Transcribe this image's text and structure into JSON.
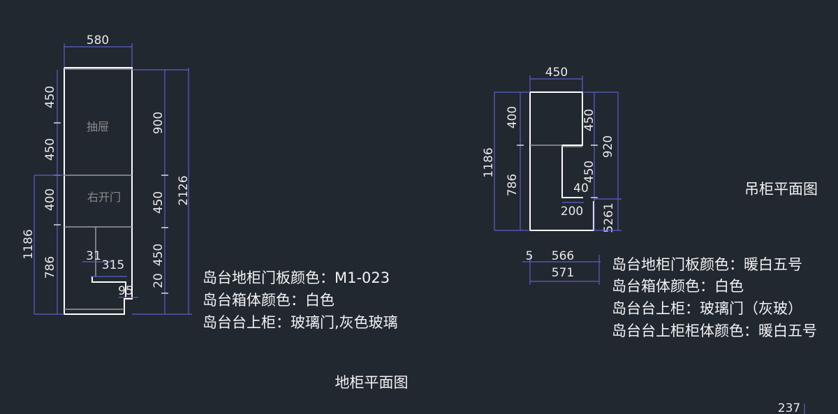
{
  "base_cabinet": {
    "width_dim": "580",
    "left_dims": [
      "450",
      "450",
      "400",
      "786"
    ],
    "left_total": "1186",
    "right_dims": [
      "900",
      "450",
      "450",
      "20"
    ],
    "right_total": "2126",
    "inner_dims": {
      "a": "31",
      "b": "315",
      "c": "95"
    },
    "labels": {
      "drawer": "抽屉",
      "right_door": "右开门"
    },
    "notes": [
      "岛台地柜门板颜色：M1-023",
      "岛台箱体颜色：白色",
      "岛台台上柜：玻璃门,灰色玻璃"
    ],
    "title": "地柜平面图"
  },
  "wall_cabinet": {
    "width_dim": "450",
    "left_dims": [
      "400",
      "786"
    ],
    "left_total": "1186",
    "right_dims": [
      "450",
      "450",
      "40",
      "5261"
    ],
    "right_total": "920",
    "inner_dim": "200",
    "bottom_dims": {
      "a": "5",
      "b": "566",
      "total": "571"
    },
    "notes": [
      "岛台地柜门板颜色：暖白五号",
      "岛台箱体颜色：白色",
      "岛台台上柜：玻璃门（灰玻）",
      "岛台台上柜柜体颜色：暖白五号"
    ],
    "title": "吊柜平面图"
  },
  "corner_number": "237"
}
